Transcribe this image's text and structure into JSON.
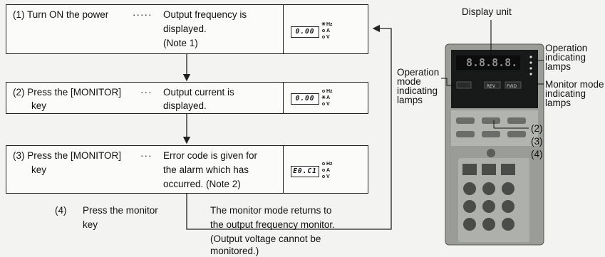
{
  "steps": [
    {
      "label_line1": "(1) Turn ON the power",
      "label_line2": "",
      "leader": "·····",
      "desc_lines": [
        "Output frequency is",
        "displayed.",
        "(Note 1)"
      ],
      "display": "0.00",
      "lamp_units": [
        "Hz",
        "A",
        "V"
      ]
    },
    {
      "label_line1": "(2) Press the [MONITOR]",
      "label_line2": "key",
      "leader": "···",
      "desc_lines": [
        "Output current is",
        "displayed."
      ],
      "display": "0.00",
      "lamp_units": [
        "Hz",
        "A",
        "V"
      ]
    },
    {
      "label_line1": "(3) Press the [MONITOR]",
      "label_line2": "key",
      "leader": "···",
      "desc_lines": [
        "Error code is given for",
        "the alarm which has",
        "occurred. (Note 2)"
      ],
      "display": "E0.C1",
      "lamp_units": [
        "Hz",
        "A",
        "V"
      ]
    }
  ],
  "step4": {
    "num": "(4)",
    "label_line1": "Press the monitor",
    "label_line2": "key",
    "desc_lines": [
      "The monitor mode returns to",
      "the output frequency monitor.",
      "(Output voltage cannot be",
      "monitored.)"
    ]
  },
  "device": {
    "display_unit_label": "Display unit",
    "operation_lamps_label": [
      "Operation",
      "indicating",
      "lamps"
    ],
    "mode_lamps_label": [
      "Operation",
      "mode",
      "indicating",
      "lamps"
    ],
    "monitor_lamps_label": [
      "Monitor mode",
      "indicating",
      "lamps"
    ],
    "key_refs": [
      "(2)",
      "(3)",
      "(4)"
    ],
    "led_text": "8.8.8.8.",
    "button_labels": [
      "REV",
      "FWD"
    ]
  }
}
